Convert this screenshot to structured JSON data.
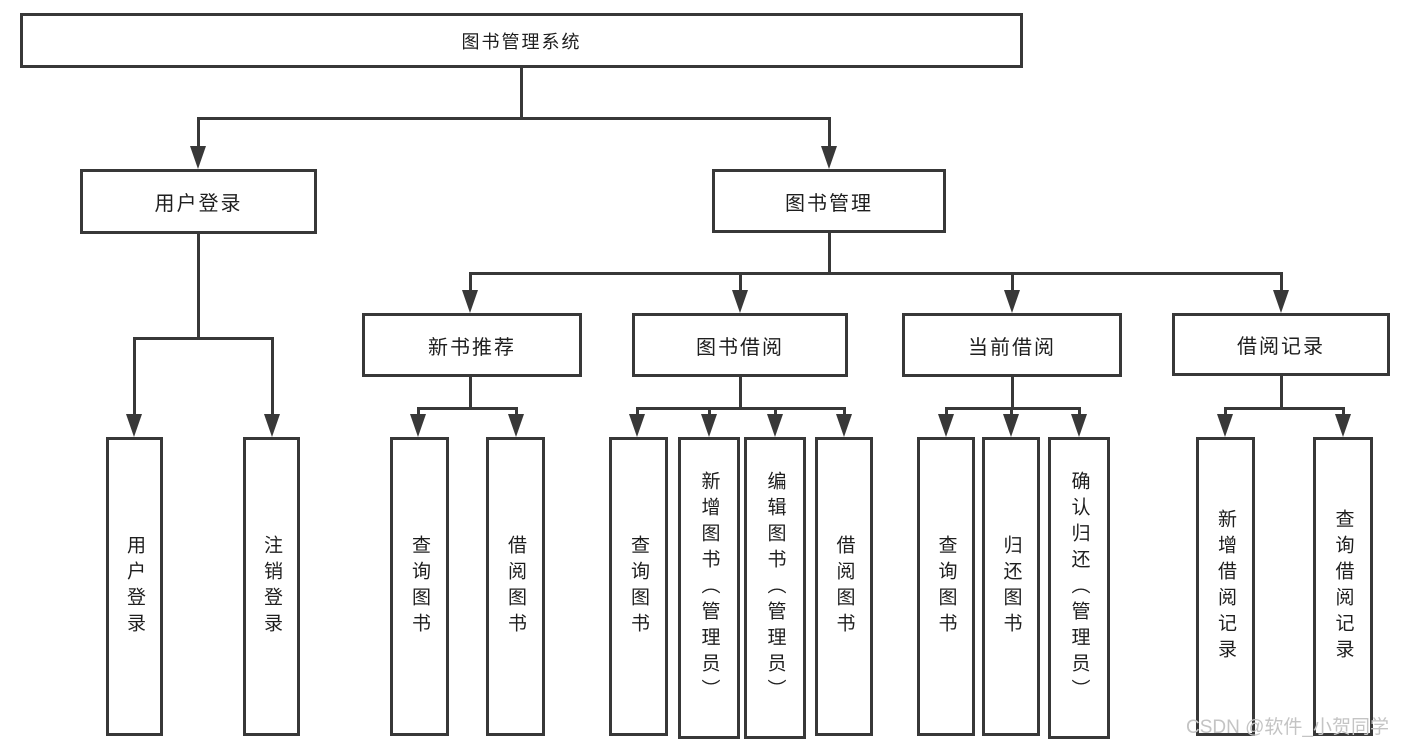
{
  "tree": {
    "label": "图书管理系统",
    "children": [
      {
        "label": "用户登录",
        "children": [
          {
            "label": "用户登录"
          },
          {
            "label": "注销登录"
          }
        ]
      },
      {
        "label": "图书管理",
        "children": [
          {
            "label": "新书推荐",
            "children": [
              {
                "label": "查询图书"
              },
              {
                "label": "借阅图书"
              }
            ]
          },
          {
            "label": "图书借阅",
            "children": [
              {
                "label": "查询图书"
              },
              {
                "label": "新增图书（管理员）"
              },
              {
                "label": "编辑图书（管理员）"
              },
              {
                "label": "借阅图书"
              }
            ]
          },
          {
            "label": "当前借阅",
            "children": [
              {
                "label": "查询图书"
              },
              {
                "label": "归还图书"
              },
              {
                "label": "确认归还（管理员）"
              }
            ]
          },
          {
            "label": "借阅记录",
            "children": [
              {
                "label": "新增借阅记录"
              },
              {
                "label": "查询借阅记录"
              }
            ]
          }
        ]
      }
    ]
  },
  "icons": {
    "arrow": "down-triangle"
  },
  "watermark": "CSDN @软件_小贺同学",
  "colors": {
    "line": "#383838",
    "text": "#1e1e1e",
    "watermark": "#c4c4c4",
    "background": "#ffffff"
  }
}
